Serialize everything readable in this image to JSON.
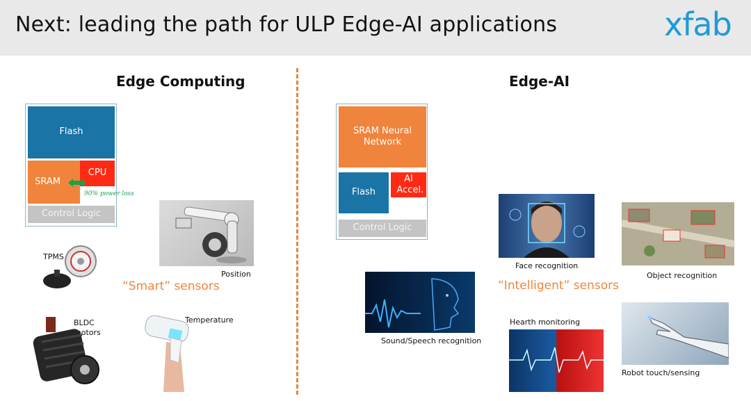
{
  "header": {
    "title": "Next: leading the path for ULP Edge-AI applications",
    "logo": "xfab"
  },
  "edge_computing": {
    "title": "Edge Computing",
    "chip": {
      "flash": "Flash",
      "sram": "SRAM",
      "cpu": "CPU",
      "control": "Control Logic",
      "power_note": "90% power loss"
    },
    "sensors_label": "“Smart” sensors",
    "captions": {
      "tpms": "TPMS",
      "position": "Position",
      "bldc": "BLDC motors",
      "temperature": "Temperature"
    }
  },
  "edge_ai": {
    "title": "Edge-AI",
    "chip": {
      "sram_nn": "SRAM Neural Network",
      "flash": "Flash",
      "ai_accel": "AI Accel.",
      "control": "Control Logic"
    },
    "sensors_label": "“Intelligent” sensors",
    "captions": {
      "face": "Face recognition",
      "object": "Object recognition",
      "sound": "Sound/Speech recognition",
      "hearth": "Hearth monitoring",
      "robot": "Robot touch/sensing"
    }
  },
  "colors": {
    "accent_orange": "#f0843c",
    "chip_blue": "#1a74a5",
    "chip_red": "#ff2a14",
    "logo_blue": "#1e9bd7"
  }
}
